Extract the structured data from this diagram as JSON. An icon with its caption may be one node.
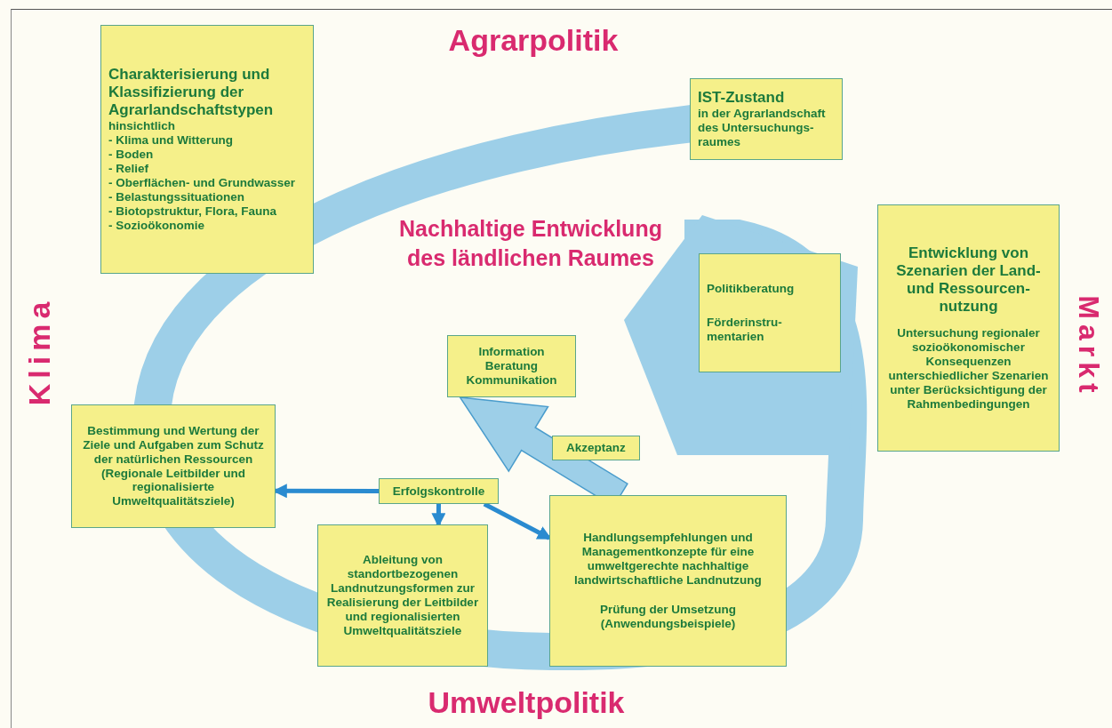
{
  "diagram": {
    "nodes": [
      {
        "text": [
          "Charakterisierung und Klassifizierung der Agrarlandschaftstypen",
          "hinsichtlich",
          "- Klima und Witterung",
          "- Boden",
          "- Relief",
          "- Oberflächen- und Grundwasser",
          "- Belastungssituationen",
          "- Biotopstruktur, Flora, Fauna",
          "- Sozioökonomie"
        ]
      },
      {
        "text": [
          "IST-Zustand",
          "in der Agrarlandschaft des Untersuchungs- raumes"
        ]
      },
      {
        "text": [
          "Politikberatung",
          "Förderinstru- mentarien"
        ]
      },
      {
        "text": [
          "Entwicklung von Szenarien der Land- und Ressourcen- nutzung",
          "Untersuchung regionaler sozioökonomischer Konsequenzen unterschiedlicher Szenarien unter Berücksichtigung der Rahmenbedingungen"
        ]
      },
      {
        "text": [
          "Information Beratung Kommunikation"
        ]
      },
      {
        "text": [
          "Akzeptanz"
        ]
      },
      {
        "text": [
          "Bestimmung und Wertung der Ziele und Aufgaben zum Schutz der natürlichen Ressourcen (Regionale Leitbilder und regionalisierte Umweltqualitätsziele)"
        ]
      },
      {
        "text": [
          "Erfolgskontrolle"
        ]
      },
      {
        "text": [
          "Ableitung von standortbezogenen Landnutzungsformen zur Realisierung der Leitbilder und regionalisierten Umweltqualitätsziele"
        ]
      },
      {
        "text": [
          "Handlungsempfehlungen und Managementkonzepte für eine umweltgerechte nachhaltige landwirtschaftliche Landnutzung",
          "Prüfung der Umsetzung (Anwendungsbeispiele)"
        ]
      }
    ],
    "edges": [
      {
        "from": 7,
        "to": 6,
        "arrow": "to"
      },
      {
        "from": 7,
        "to": 8,
        "arrow": "to"
      },
      {
        "from": 7,
        "to": 9,
        "arrow": "to"
      },
      {
        "from": 9,
        "to": 4,
        "arrow": "to",
        "style": "thick"
      }
    ],
    "labels": [
      "Agrarpolitik",
      "Nachhaltige Entwicklung des ländlichen Raumes",
      "Klima",
      "Markt",
      "Umweltpolitik"
    ]
  }
}
